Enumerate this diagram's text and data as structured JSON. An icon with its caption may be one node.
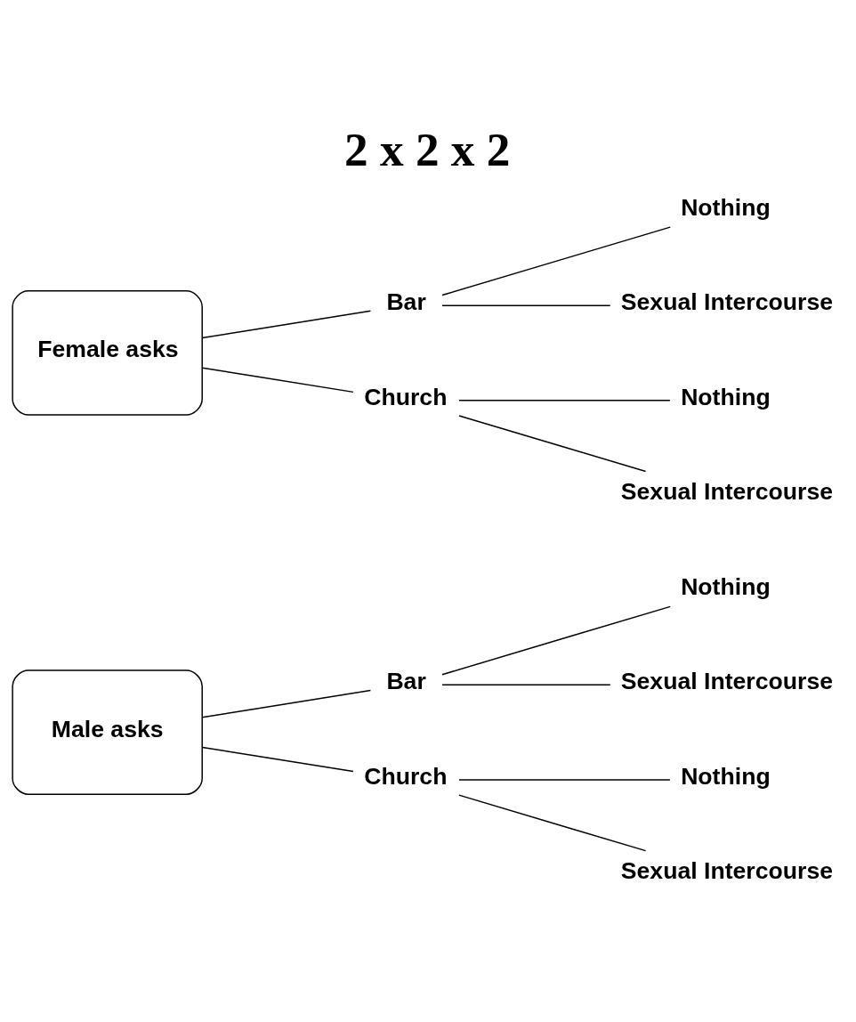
{
  "diagram": {
    "title": "2 x 2 x 2",
    "nodes": [
      {
        "text": [
          "Male asks"
        ]
      },
      {
        "text": [
          "Bar"
        ]
      },
      {
        "text": [
          "Church"
        ]
      },
      {
        "text": [
          "Nothing"
        ]
      },
      {
        "text": [
          "Sexual Intercourse"
        ]
      },
      {
        "text": [
          "Nothing"
        ]
      },
      {
        "text": [
          "Sexual Intercourse"
        ]
      },
      {
        "text": [
          "Female asks"
        ]
      },
      {
        "text": [
          "Bar"
        ]
      },
      {
        "text": [
          "Church"
        ]
      },
      {
        "text": [
          "Nothing"
        ]
      },
      {
        "text": [
          "Sexual Intercourse"
        ]
      },
      {
        "text": [
          "Nothing"
        ]
      },
      {
        "text": [
          "Sexual Intercourse"
        ]
      }
    ],
    "edges": [
      {
        "from": 0,
        "to": 1,
        "arrow": "none"
      },
      {
        "from": 0,
        "to": 2,
        "arrow": "none"
      },
      {
        "from": 1,
        "to": 3,
        "arrow": "none"
      },
      {
        "from": 1,
        "to": 4,
        "arrow": "none"
      },
      {
        "from": 2,
        "to": 5,
        "arrow": "none"
      },
      {
        "from": 2,
        "to": 6,
        "arrow": "none"
      },
      {
        "from": 7,
        "to": 8,
        "arrow": "none"
      },
      {
        "from": 7,
        "to": 9,
        "arrow": "none"
      },
      {
        "from": 8,
        "to": 10,
        "arrow": "none"
      },
      {
        "from": 8,
        "to": 11,
        "arrow": "none"
      },
      {
        "from": 9,
        "to": 12,
        "arrow": "none"
      },
      {
        "from": 9,
        "to": 13,
        "arrow": "none"
      }
    ]
  }
}
